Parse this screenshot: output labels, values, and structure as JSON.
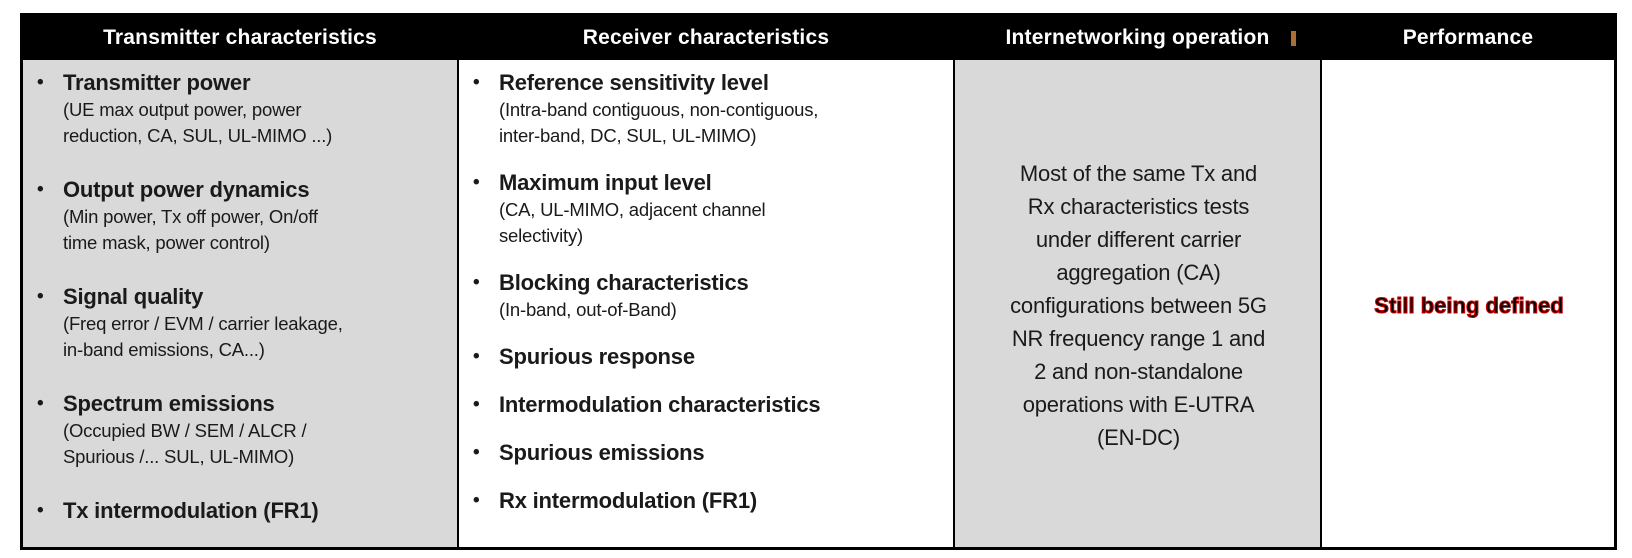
{
  "colors": {
    "header_bg": "#000000",
    "header_text": "#ffffff",
    "shaded_bg": "#d9d9d9",
    "plain_bg": "#ffffff",
    "border": "#000000",
    "body_text": "#1a1a1a",
    "performance_text": "#000000",
    "performance_outline": "#cc0000"
  },
  "bullet_char": "•",
  "columns": [
    {
      "header": "Transmitter characteristics",
      "items": [
        {
          "title": "Transmitter power",
          "detail": "(UE max output power, power\nreduction, CA, SUL, UL-MIMO ...)"
        },
        {
          "title": "Output power dynamics",
          "detail": "(Min power, Tx off power, On/off\ntime mask, power control)"
        },
        {
          "title": "Signal quality",
          "detail": "(Freq error / EVM / carrier leakage,\nin-band emissions, CA...)"
        },
        {
          "title": "Spectrum emissions",
          "detail": "(Occupied BW / SEM / ALCR /\nSpurious /... SUL, UL-MIMO)"
        },
        {
          "title": "Tx intermodulation (FR1)",
          "detail": ""
        }
      ]
    },
    {
      "header": "Receiver characteristics",
      "items": [
        {
          "title": "Reference sensitivity level",
          "detail": "(Intra-band contiguous, non-contiguous,\ninter-band, DC, SUL, UL-MIMO)"
        },
        {
          "title": "Maximum input level",
          "detail": "(CA, UL-MIMO, adjacent channel\nselectivity)"
        },
        {
          "title": "Blocking characteristics",
          "detail": "(In-band, out-of-Band)"
        },
        {
          "title": "Spurious response",
          "detail": ""
        },
        {
          "title": "Intermodulation characteristics",
          "detail": ""
        },
        {
          "title": "Spurious emissions",
          "detail": ""
        },
        {
          "title": "Rx intermodulation (FR1)",
          "detail": ""
        }
      ]
    },
    {
      "header": "Internetworking operation",
      "text": "Most of the same Tx and\nRx characteristics tests\nunder different carrier\naggregation (CA)\nconfigurations between 5G\nNR frequency range 1 and\n2 and non-standalone\noperations with  E-UTRA\n(EN-DC)"
    },
    {
      "header": "Performance",
      "text": "Still being defined"
    }
  ]
}
